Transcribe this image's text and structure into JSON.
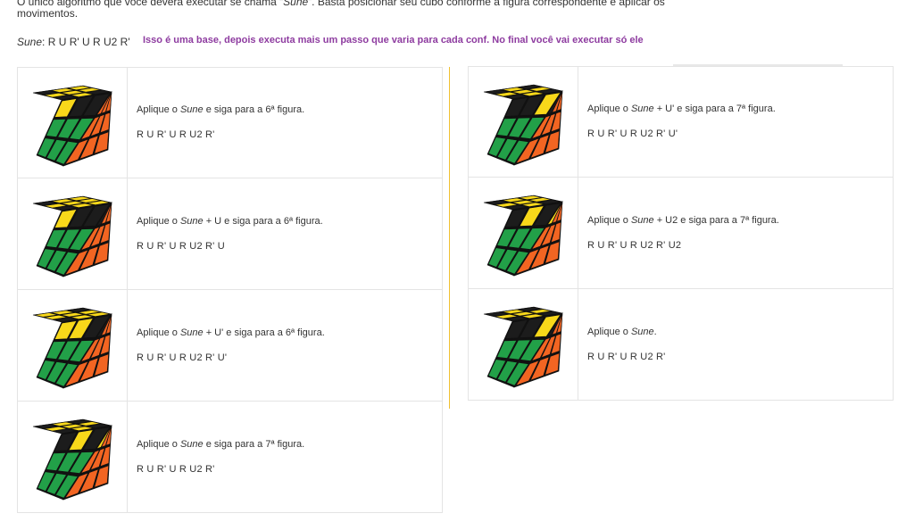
{
  "intro": {
    "text_before": "O único algoritmo que você deverá executar se chama “",
    "alg_name": "Sune",
    "text_after": "”. Basta posicionar seu cubo conforme a figura correspondente e aplicar os movimentos."
  },
  "formula": {
    "name": "Sune",
    "sequence": ": R U R' U R U2 R'"
  },
  "note": "Isso é uma base, depois executa mais um passo que varia para cada conf. No final você vai executar só ele",
  "colors": {
    "yellow": "#f8d81a",
    "black": "#1c1c1c",
    "green": "#22a048",
    "orange": "#f26522",
    "note": "#8e3ca0",
    "divider": "#f0c030"
  },
  "cases": [
    {
      "instr_pre": "Aplique o ",
      "alg": "Sune",
      "instr_post": " e siga para a 6ª figura.",
      "moves": "R U R' U R U2 R'",
      "top": [
        "k",
        "y",
        "y",
        "y",
        "y",
        "y",
        "k",
        "y",
        "k"
      ],
      "front": [
        "y",
        "k",
        "k"
      ],
      "right": [
        "o",
        "o",
        "o"
      ]
    },
    {
      "instr_pre": "Aplique o ",
      "alg": "Sune",
      "instr_post": " + U e siga para a 6ª figura.",
      "moves": "R U R' U R U2 R' U",
      "top": [
        "k",
        "y",
        "y",
        "y",
        "y",
        "y",
        "k",
        "y",
        "y"
      ],
      "front": [
        "y",
        "k",
        "k"
      ],
      "right": [
        "k",
        "o",
        "o"
      ]
    },
    {
      "instr_pre": "Aplique o ",
      "alg": "Sune",
      "instr_post": " + U' e siga para a 6ª figura.",
      "moves": "R U R' U R U2 R' U'",
      "top": [
        "y",
        "y",
        "k",
        "y",
        "y",
        "y",
        "k",
        "y",
        "y"
      ],
      "front": [
        "y",
        "y",
        "k"
      ],
      "right": [
        "k",
        "o",
        "o"
      ]
    },
    {
      "instr_pre": "Aplique o ",
      "alg": "Sune",
      "instr_post": " e siga para a 7ª figura.",
      "moves": "R U R' U R U2 R'",
      "top": [
        "k",
        "y",
        "k",
        "y",
        "y",
        "y",
        "k",
        "y",
        "k"
      ],
      "front": [
        "k",
        "y",
        "k"
      ],
      "right": [
        "y",
        "o",
        "o"
      ]
    },
    {
      "instr_pre": "Aplique o ",
      "alg": "Sune",
      "instr_post": " + U' e siga para a 7ª figura.",
      "moves": "R U R' U R U2 R' U'",
      "top": [
        "k",
        "y",
        "k",
        "y",
        "y",
        "y",
        "k",
        "y",
        "k"
      ],
      "front": [
        "k",
        "k",
        "y"
      ],
      "right": [
        "k",
        "o",
        "o"
      ]
    },
    {
      "instr_pre": "Aplique o ",
      "alg": "Sune",
      "instr_post": " + U2 e siga para a 7ª figura.",
      "moves": "R U R' U R U2 R' U2",
      "top": [
        "k",
        "y",
        "y",
        "y",
        "y",
        "y",
        "k",
        "y",
        "k"
      ],
      "front": [
        "k",
        "y",
        "k"
      ],
      "right": [
        "y",
        "o",
        "o"
      ]
    },
    {
      "instr_pre": "Aplique o ",
      "alg": "Sune",
      "instr_post": ".",
      "moves": "R U R' U R U2 R'",
      "top": [
        "k",
        "y",
        "k",
        "y",
        "y",
        "y",
        "k",
        "y",
        "k"
      ],
      "front": [
        "k",
        "k",
        "y"
      ],
      "right": [
        "k",
        "o",
        "o"
      ]
    }
  ]
}
